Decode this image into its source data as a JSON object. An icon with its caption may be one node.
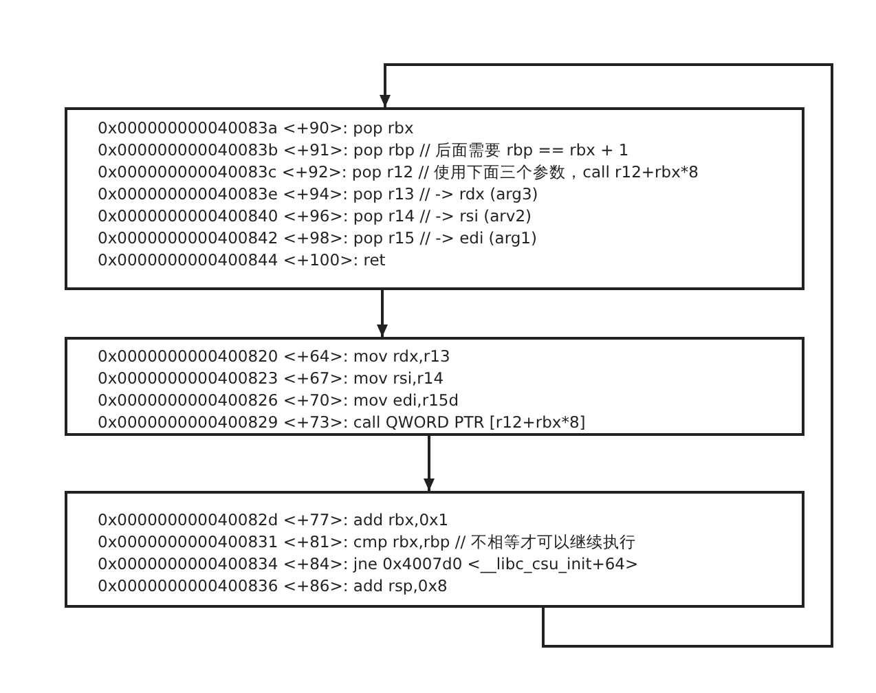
{
  "diagram": {
    "nodes": [
      {
        "text": [
          "0x000000000040083a <+90>: pop rbx",
          "0x000000000040083b <+91>: pop rbp // 后面需要 rbp == rbx + 1",
          "0x000000000040083c <+92>: pop r12 // 使用下面三个参数，call r12+rbx*8",
          "0x000000000040083e <+94>: pop r13 // -> rdx (arg3)",
          "0x0000000000400840 <+96>: pop r14 // -> rsi (arv2)",
          "0x0000000000400842 <+98>: pop r15 // -> edi (arg1)",
          "0x0000000000400844 <+100>: ret"
        ]
      },
      {
        "text": [
          "0x0000000000400820 <+64>: mov rdx,r13",
          "0x0000000000400823 <+67>: mov rsi,r14",
          "0x0000000000400826 <+70>: mov edi,r15d",
          "0x0000000000400829 <+73>: call QWORD PTR [r12+rbx*8]"
        ]
      },
      {
        "text": [
          "0x000000000040082d <+77>: add rbx,0x1",
          "0x0000000000400831 <+81>: cmp rbx,rbp // 不相等才可以继续执行",
          "0x0000000000400834 <+84>: jne 0x4007d0 <__libc_csu_init+64>",
          "0x0000000000400836 <+86>: add rsp,0x8"
        ]
      }
    ],
    "edges": [
      {
        "from": 0,
        "to": 1,
        "arrow": "to"
      },
      {
        "from": 1,
        "to": 2,
        "arrow": "to"
      },
      {
        "from": 2,
        "to": 0,
        "arrow": "to"
      }
    ]
  }
}
